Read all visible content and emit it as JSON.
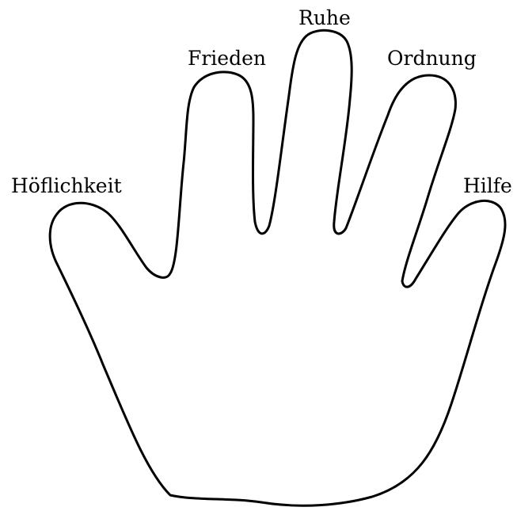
{
  "fingers": {
    "thumb": "Höflichkeit",
    "index": "Frieden",
    "middle": "Ruhe",
    "ring": "Ordnung",
    "little": "Hilfe"
  },
  "colors": {
    "outline": "#000000",
    "background": "#ffffff"
  }
}
